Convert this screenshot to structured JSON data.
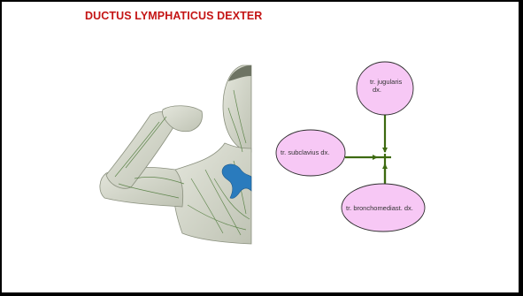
{
  "title": "DUCTUS LYMPHATICUS DEXTER",
  "nodes": {
    "jugularis": {
      "line1": "tr. jugularis",
      "line2": "dx."
    },
    "subclavius": {
      "label": "tr. subclavius dx."
    },
    "bronchomediast": {
      "label": "tr. bronchomediast. dx."
    }
  },
  "colors": {
    "title": "#c41414",
    "node_fill": "#f7c8f5",
    "node_stroke": "#2d2d2d",
    "arrow": "#3d6a10",
    "duct": "#2a7bbd"
  }
}
